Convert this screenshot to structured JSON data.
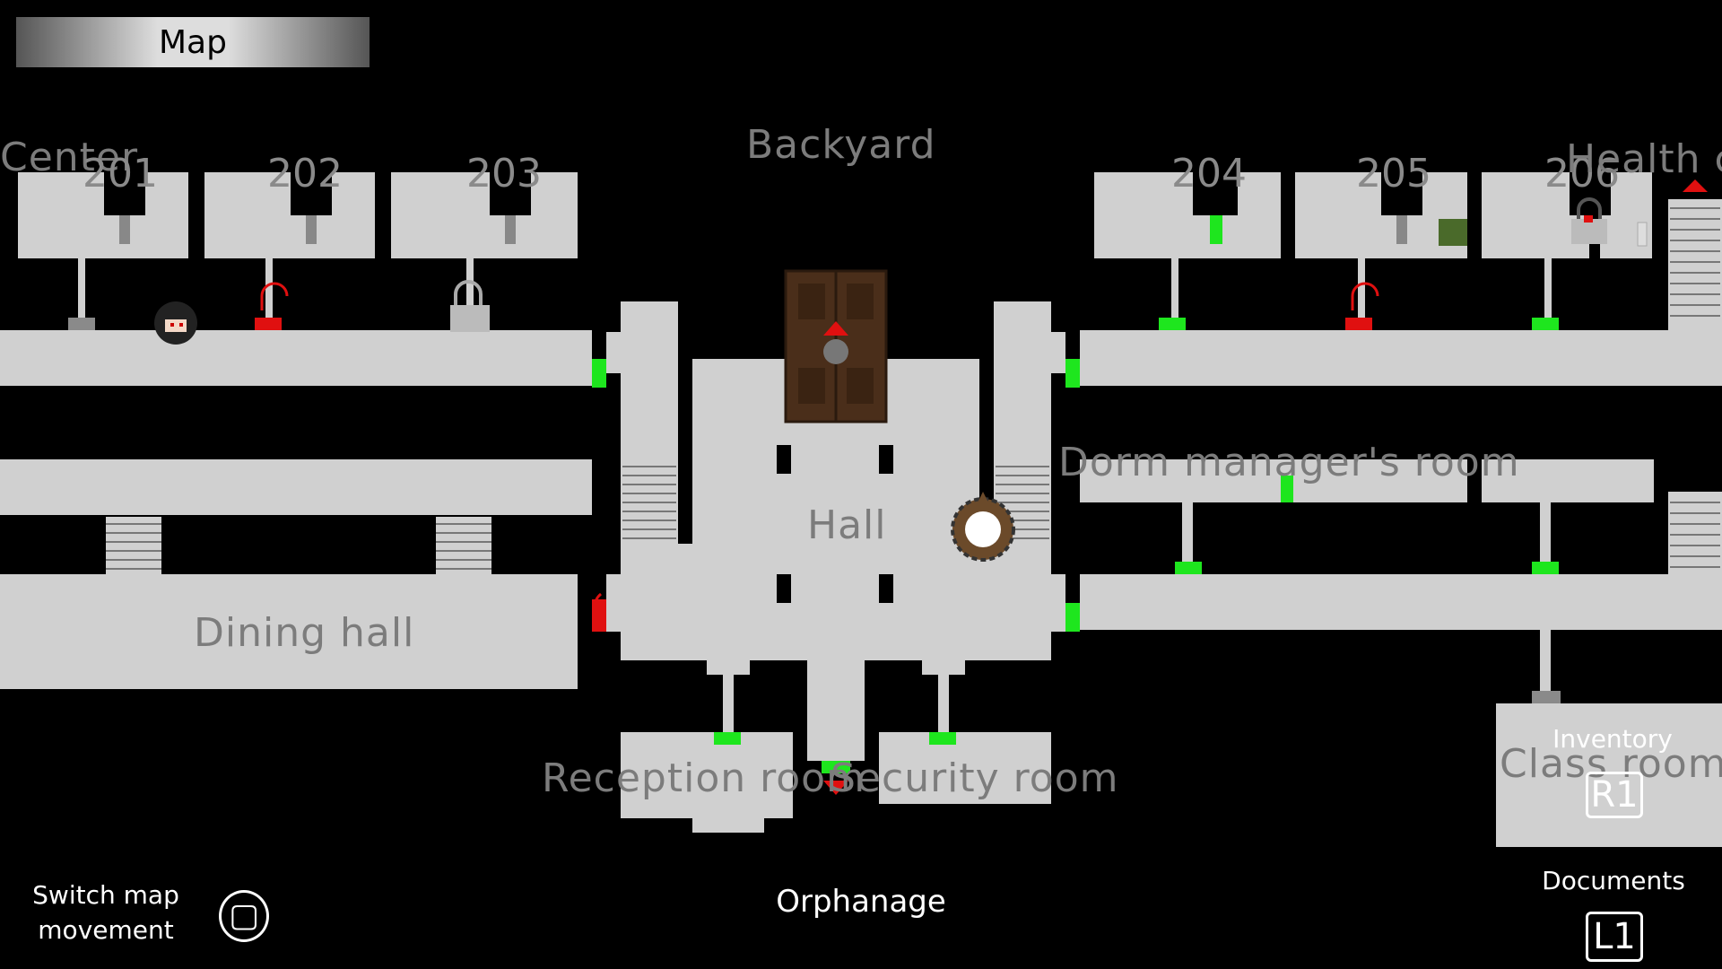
{
  "header": {
    "title": "Map"
  },
  "map_name": "Orphanage",
  "rooms": {
    "backyard": "Backyard",
    "hall": "Hall",
    "dining_hall": "Dining hall",
    "dorm_manager": "Dorm manager's room",
    "reception": "Reception room",
    "security": "Security room",
    "class_room": "Class room",
    "center": "Center",
    "health": "Health c"
  },
  "room_numbers": [
    "201",
    "202",
    "203",
    "204",
    "205",
    "206"
  ],
  "controls": {
    "switch_line1": "Switch map",
    "switch_line2": "movement",
    "switch_button": "▢",
    "inventory_label": "Inventory",
    "inventory_button": "R1",
    "documents_label": "Documents",
    "documents_button": "L1"
  },
  "icons": [
    "padlock-icon",
    "unlocked-padlock-icon",
    "player-portrait-icon",
    "save-point-icon",
    "item-icon",
    "up-arrow-icon",
    "down-arrow-icon",
    "gear-icon"
  ],
  "colors": {
    "background": "#000000",
    "room": "#d0d0d0",
    "door_open": "#1ee61e",
    "door_locked": "#e01010",
    "label": "#7c7c7c",
    "door_wood": "#4a2e1a"
  }
}
